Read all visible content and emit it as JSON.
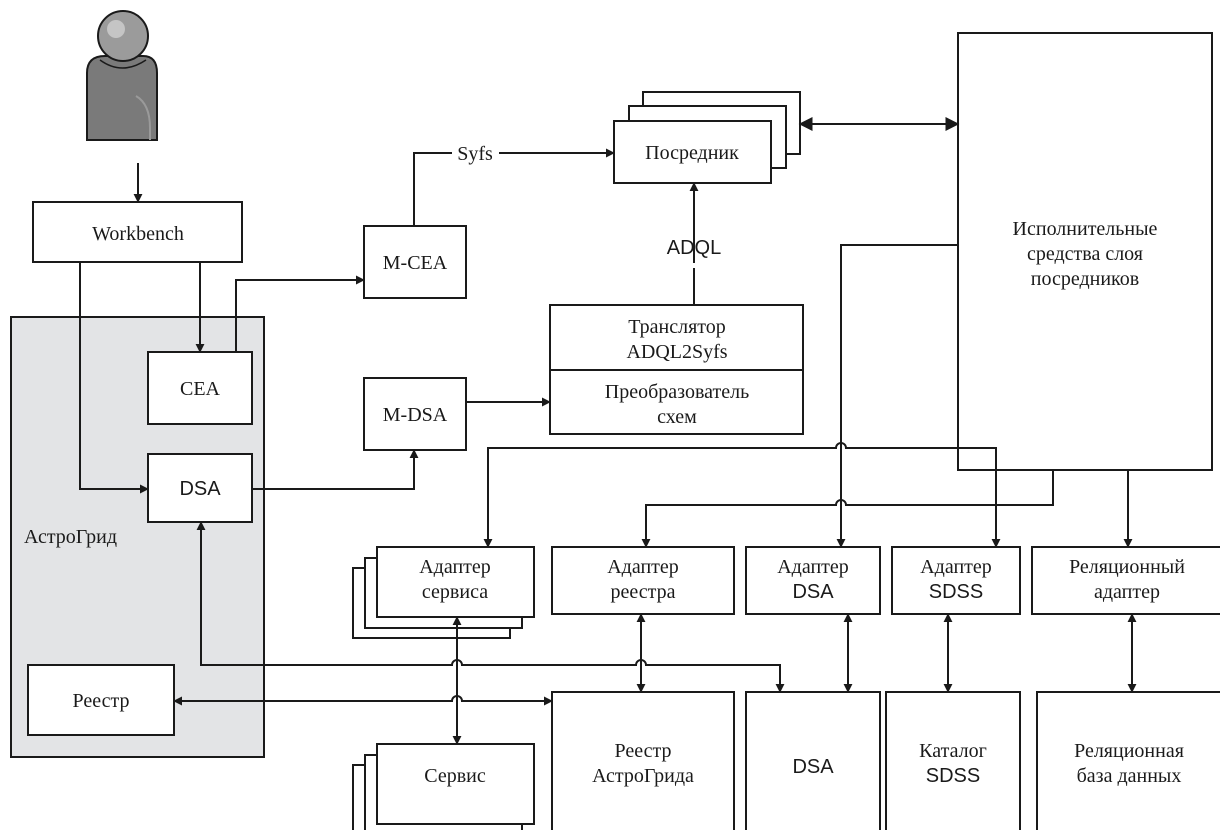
{
  "colors": {
    "stroke": "#1a1a1a",
    "panel_fill": "#e3e4e6",
    "box_fill": "#ffffff",
    "user_icon": "#7a7a7a"
  },
  "user": {
    "icon": "user-icon"
  },
  "workbench": {
    "label": "Workbench"
  },
  "astrogrid": {
    "label": "АстроГрид",
    "cea": "CEA",
    "dsa": "DSA",
    "registry": "Реестр"
  },
  "m_cea": {
    "label": "M-CEA"
  },
  "m_dsa": {
    "label": "M-DSA"
  },
  "edges": {
    "syfs": "Syfs",
    "adql": "ADQL"
  },
  "mediator": {
    "label": "Посредник"
  },
  "translator": {
    "line1": "Транслятор",
    "line2": "ADQL2Syfs"
  },
  "schema_converter": {
    "line1": "Преобразователь",
    "line2": "схем"
  },
  "executor": {
    "line1": "Исполнительные",
    "line2": "средства слоя",
    "line3": "посредников"
  },
  "adapters": {
    "service": {
      "line1": "Адаптер",
      "line2": "сервиса"
    },
    "registry": {
      "line1": "Адаптер",
      "line2": "реестра"
    },
    "dsa": {
      "line1": "Адаптер",
      "line2": "DSA"
    },
    "sdss": {
      "line1": "Адаптер",
      "line2": "SDSS"
    },
    "relational": {
      "line1": "Реляционный",
      "line2": "адаптер"
    }
  },
  "resources": {
    "service": {
      "label": "Сервис"
    },
    "astrogrid_registry": {
      "line1": "Реестр",
      "line2": "АстроГрида"
    },
    "dsa": {
      "label": "DSA"
    },
    "sdss_catalog": {
      "line1": "Каталог",
      "line2": "SDSS"
    },
    "relational_db": {
      "line1": "Реляционная",
      "line2": "база данных"
    }
  }
}
